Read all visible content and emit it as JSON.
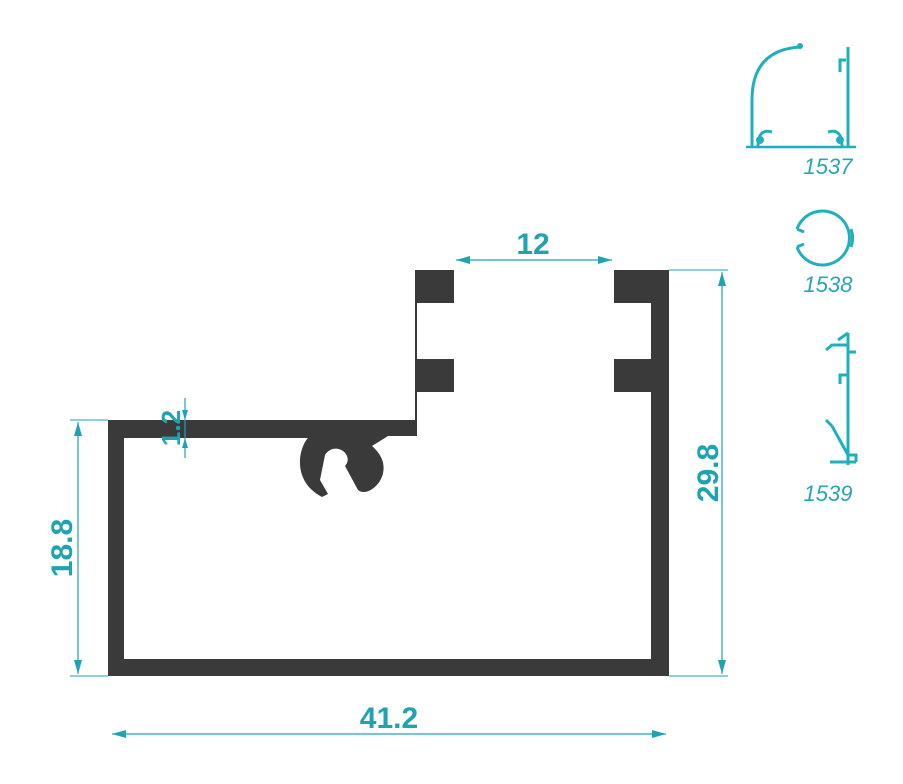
{
  "colors": {
    "profile": "#3a3a3a",
    "dimension": "#1fa3b3",
    "icon": "#1fb0bd",
    "code_text": "#2aa6b3",
    "background": "#ffffff"
  },
  "dimensions": {
    "overall_width": "41.2",
    "left_height": "18.8",
    "right_height": "29.8",
    "slot_opening": "12",
    "wall_thickness": "1.2"
  },
  "accessories": [
    {
      "code": "1537",
      "icon": "corner-cover-icon"
    },
    {
      "code": "1538",
      "icon": "round-cover-icon"
    },
    {
      "code": "1539",
      "icon": "angled-cover-icon"
    }
  ]
}
